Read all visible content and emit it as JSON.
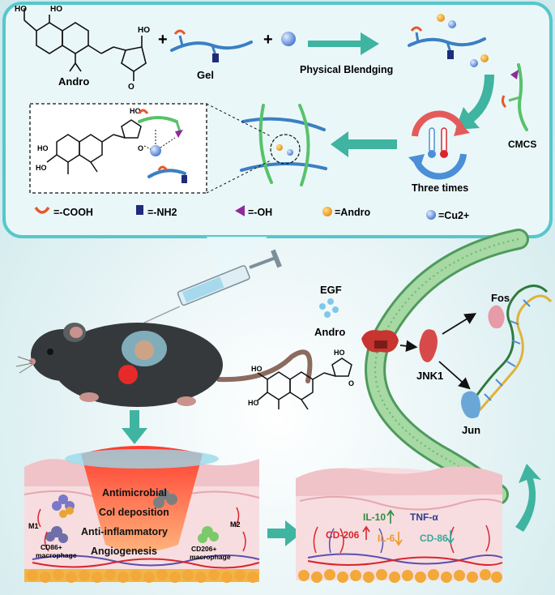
{
  "top_panel": {
    "andro_label": "Andro",
    "gel_label": "Gel",
    "plus_sign": "+",
    "blending_label": "Physical Blendging",
    "cmcs_label": "CMCS",
    "three_times_label": "Three times",
    "molecule_labels": {
      "ho": "HO",
      "o": "O"
    }
  },
  "legend": [
    {
      "label": "=-COOH"
    },
    {
      "label": "=-NH2"
    },
    {
      "label": "=-OH"
    },
    {
      "label": "=Andro"
    },
    {
      "label": "=Cu2+"
    }
  ],
  "pathway": {
    "egf_label": "EGF",
    "andro_label": "Andro",
    "jnk1_label": "JNK1",
    "fos_label": "Fos",
    "jun_label": "Jun"
  },
  "wound_left": {
    "antimicrobial": "Antimicrobial",
    "col_deposition": "Col   deposition",
    "anti_inflammatory": "Anti-inflammatory",
    "angiogenesis": "Angiogenesis",
    "m1": "M1",
    "cd86": "CD86+",
    "macrophage1": "macrophage",
    "m2": "M2",
    "cd206": "CD206+",
    "macrophage2": "macrophage"
  },
  "wound_right": {
    "il10": "IL-10",
    "tnfa": "TNF-α",
    "cd206": "CD-206",
    "il6": "IL-6",
    "cd86": "CD-86"
  },
  "colors": {
    "teal_arrow": "#3fb4a0",
    "top_panel_bg": "#e9f6f8",
    "skin": "#f3cfd4",
    "fat": "#f2b648",
    "red_label": "#d8262e",
    "green_label": "#2f8a3c",
    "blue_label": "#2b3a8c",
    "orange_label": "#e89b23",
    "teal_label": "#37a89a"
  }
}
